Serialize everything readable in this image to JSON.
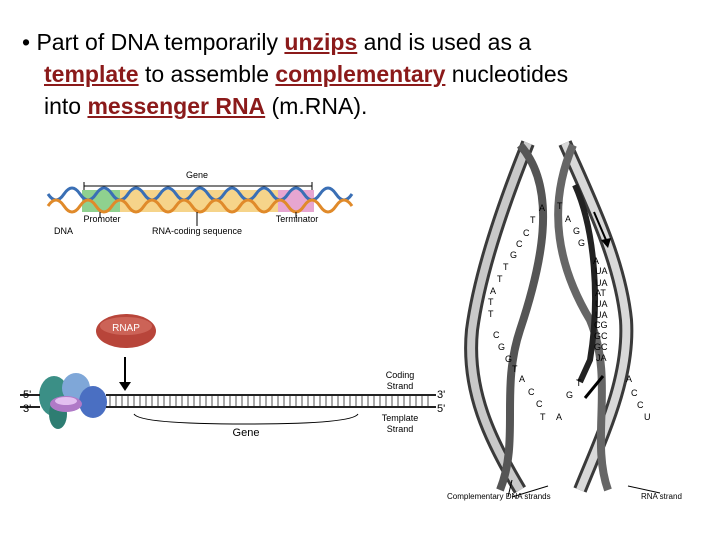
{
  "slide": {
    "bullet": {
      "mark": "•",
      "seg1": "Part of DNA temporarily ",
      "kw1": "unzips",
      "seg2": " and is used as a",
      "kw2": "template",
      "seg3": " to assemble ",
      "kw3": "complementary",
      "seg4": " nucleotides",
      "seg5": "into ",
      "kw4": "messenger RNA",
      "seg6": " (m.RNA)."
    },
    "colors": {
      "keyword": "#8b1a1a",
      "promoter": "#3fae49",
      "gene": "#f2c35a",
      "terminator": "#d45aa8",
      "rnap": "#b8453a"
    }
  },
  "gene_diagram": {
    "gene_label": "Gene",
    "promoter_label": "Promoter",
    "terminator_label": "Terminator",
    "dna_label": "DNA",
    "coding_label": "RNA-coding sequence"
  },
  "transcription": {
    "rnap_label": "RNAP",
    "five_prime_left": "5'",
    "three_prime_left": "3'",
    "three_prime_right": "3'",
    "five_prime_right": "5'",
    "coding_strand": [
      "Coding",
      "Strand"
    ],
    "template_strand": [
      "Template",
      "Strand"
    ],
    "gene_label": "Gene"
  },
  "helix": {
    "left_letters": [
      "A",
      "T",
      "C",
      "C",
      "G",
      "T",
      "T",
      "A",
      "T",
      "T",
      "C",
      "G",
      "G",
      "T",
      "A",
      "C",
      "C",
      "T"
    ],
    "right_letters": [
      "T",
      "A",
      "G",
      "G",
      "A",
      "UA",
      "UA",
      "AT",
      "UA",
      "UA",
      "CG",
      "GC",
      "GC",
      "JA",
      "T",
      "G",
      "A"
    ],
    "bottom_right_letters": [
      "A",
      "C",
      "C",
      "U"
    ],
    "complementary_label": "Complementary DNA strands",
    "rna_label": "RNA strand"
  }
}
